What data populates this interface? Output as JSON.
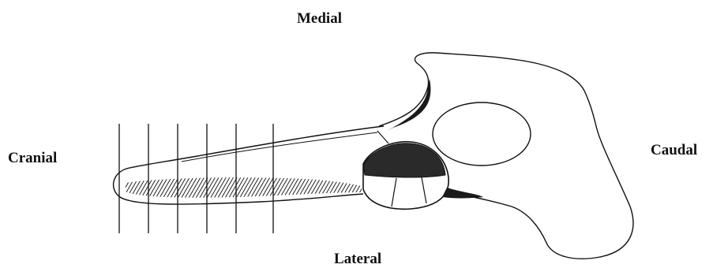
{
  "labels": {
    "medial": "Medial",
    "cranial": "Cranial",
    "caudal": "Caudal",
    "lateral": "Lateral"
  },
  "colors": {
    "ink": "#111111",
    "background": "#ffffff"
  }
}
